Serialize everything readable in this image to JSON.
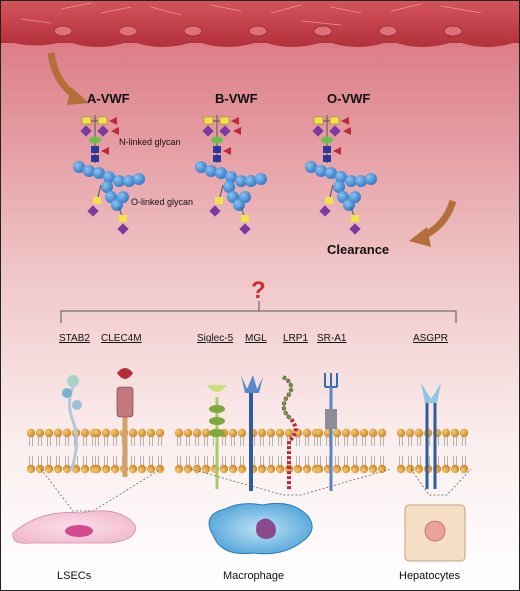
{
  "variants": [
    {
      "label": "A-VWF"
    },
    {
      "label": "B-VWF"
    },
    {
      "label": "O-VWF"
    }
  ],
  "glycan_labels": {
    "n_linked": "N-linked glycan",
    "o_linked": "O-linked glycan"
  },
  "clearance_label": "Clearance",
  "question_mark": "?",
  "receptors": [
    {
      "name": "STAB2"
    },
    {
      "name": "CLEC4M"
    },
    {
      "name": "Siglec-5"
    },
    {
      "name": "MGL"
    },
    {
      "name": "LRP1"
    },
    {
      "name": "SR-A1"
    },
    {
      "name": "ASGPR"
    }
  ],
  "cell_types": [
    {
      "name": "LSECs"
    },
    {
      "name": "Macrophage"
    },
    {
      "name": "Hepatocytes"
    }
  ],
  "colors": {
    "vessel": "#c4404a",
    "plasma_gradient_top": "#d9707a",
    "vwf_bead": "#4a8fd6",
    "glycan_yellow": "#f2e24a",
    "glycan_purple": "#7a3aa0",
    "glycan_green": "#6cbf4a",
    "glycan_blue": "#2b3a9a",
    "glycan_red": "#c0283a",
    "lipid_head": "#e0a040",
    "arrow": "#b46e3a",
    "question": "#c8302a"
  }
}
